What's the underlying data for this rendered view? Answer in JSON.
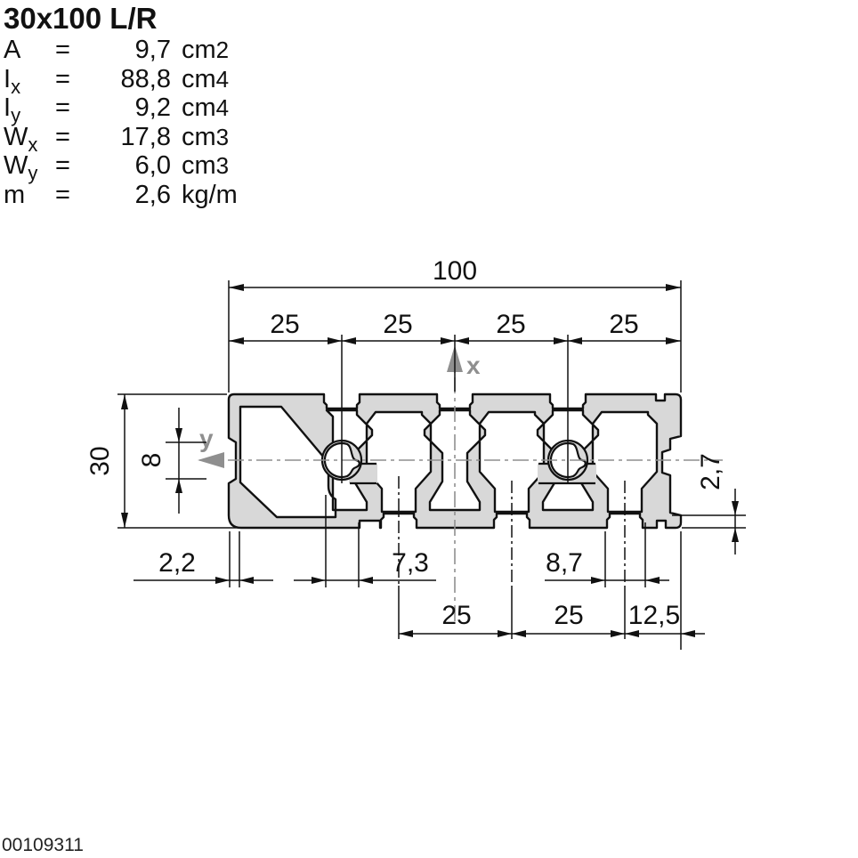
{
  "title": "30x100 L/R",
  "eq": "=",
  "properties": [
    {
      "symbol": "A",
      "sub": "",
      "value": "9,7",
      "unit": "cm",
      "exp": "2"
    },
    {
      "symbol": "I",
      "sub": "x",
      "value": "88,8",
      "unit": "cm",
      "exp": "4"
    },
    {
      "symbol": "I",
      "sub": "y",
      "value": "9,2",
      "unit": "cm",
      "exp": "4"
    },
    {
      "symbol": "W",
      "sub": "x",
      "value": "17,8",
      "unit": "cm",
      "exp": "3"
    },
    {
      "symbol": "W",
      "sub": "y",
      "value": "6,0",
      "unit": "cm",
      "exp": "3"
    },
    {
      "symbol": "m",
      "sub": "",
      "value": "2,6",
      "unit": "kg/m",
      "exp": ""
    }
  ],
  "dims": {
    "total_width": "100",
    "top_pitch_1": "25",
    "top_pitch_2": "25",
    "top_pitch_3": "25",
    "top_pitch_4": "25",
    "height": "30",
    "side_slot": "8",
    "right_lip": "2,7",
    "wall_thickness": "2,2",
    "web_left": "7,3",
    "web_right": "8,7",
    "bottom_pitch_1": "25",
    "bottom_pitch_2": "25",
    "bottom_edge": "12,5"
  },
  "axes": {
    "x": "x",
    "y": "y"
  },
  "doc_number": "00109311",
  "colors": {
    "profile_fill": "#d8d8d8",
    "outline": "#111111",
    "centerline_gray": "#8f8f8f"
  }
}
